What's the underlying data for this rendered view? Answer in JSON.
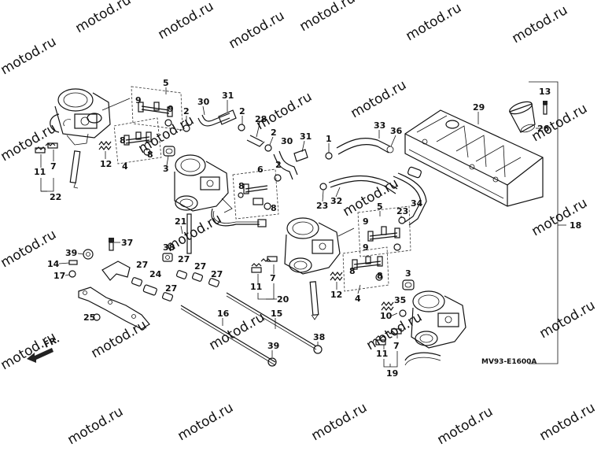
{
  "watermark": {
    "text": "motod.ru",
    "color": "#c9c9c9"
  },
  "diagram_code": "MV93-E1600A",
  "direction_label": "FR.",
  "callouts": [
    {
      "id": "5a",
      "text": "5"
    },
    {
      "id": "9a",
      "text": "9"
    },
    {
      "id": "9b",
      "text": "9"
    },
    {
      "id": "2a",
      "text": "2"
    },
    {
      "id": "30a",
      "text": "30"
    },
    {
      "id": "31a",
      "text": "31"
    },
    {
      "id": "2b",
      "text": "2"
    },
    {
      "id": "28",
      "text": "28"
    },
    {
      "id": "2c",
      "text": "2"
    },
    {
      "id": "30b",
      "text": "30"
    },
    {
      "id": "31b",
      "text": "31"
    },
    {
      "id": "1",
      "text": "1"
    },
    {
      "id": "33",
      "text": "33"
    },
    {
      "id": "36",
      "text": "36"
    },
    {
      "id": "29",
      "text": "29"
    },
    {
      "id": "13",
      "text": "13"
    },
    {
      "id": "26",
      "text": "26"
    },
    {
      "id": "8a",
      "text": "8"
    },
    {
      "id": "8b",
      "text": "8"
    },
    {
      "id": "4a",
      "text": "4"
    },
    {
      "id": "3a",
      "text": "3"
    },
    {
      "id": "12a",
      "text": "12"
    },
    {
      "id": "11a",
      "text": "11"
    },
    {
      "id": "7a",
      "text": "7"
    },
    {
      "id": "22",
      "text": "22"
    },
    {
      "id": "6",
      "text": "6"
    },
    {
      "id": "8c",
      "text": "8"
    },
    {
      "id": "8d",
      "text": "8"
    },
    {
      "id": "2d",
      "text": "2"
    },
    {
      "id": "23a",
      "text": "23"
    },
    {
      "id": "32",
      "text": "32"
    },
    {
      "id": "5b",
      "text": "5"
    },
    {
      "id": "23b",
      "text": "23"
    },
    {
      "id": "34",
      "text": "34"
    },
    {
      "id": "18",
      "text": "18"
    },
    {
      "id": "21",
      "text": "21"
    },
    {
      "id": "37",
      "text": "37"
    },
    {
      "id": "39a",
      "text": "39"
    },
    {
      "id": "38a",
      "text": "38"
    },
    {
      "id": "14",
      "text": "14"
    },
    {
      "id": "17",
      "text": "17"
    },
    {
      "id": "27a",
      "text": "27"
    },
    {
      "id": "27b",
      "text": "27"
    },
    {
      "id": "27c",
      "text": "27"
    },
    {
      "id": "27d",
      "text": "27"
    },
    {
      "id": "27e",
      "text": "27"
    },
    {
      "id": "24",
      "text": "24"
    },
    {
      "id": "9c",
      "text": "9"
    },
    {
      "id": "9d",
      "text": "9"
    },
    {
      "id": "8e",
      "text": "8"
    },
    {
      "id": "8f",
      "text": "8"
    },
    {
      "id": "7b",
      "text": "7"
    },
    {
      "id": "11b",
      "text": "11"
    },
    {
      "id": "20",
      "text": "20"
    },
    {
      "id": "12b",
      "text": "12"
    },
    {
      "id": "4b",
      "text": "4"
    },
    {
      "id": "3b",
      "text": "3"
    },
    {
      "id": "35",
      "text": "35"
    },
    {
      "id": "10",
      "text": "10"
    },
    {
      "id": "7c",
      "text": "7"
    },
    {
      "id": "11c",
      "text": "11"
    },
    {
      "id": "19",
      "text": "19"
    },
    {
      "id": "25",
      "text": "25"
    },
    {
      "id": "16",
      "text": "16"
    },
    {
      "id": "15",
      "text": "15"
    },
    {
      "id": "39b",
      "text": "39"
    },
    {
      "id": "38b",
      "text": "38"
    }
  ]
}
